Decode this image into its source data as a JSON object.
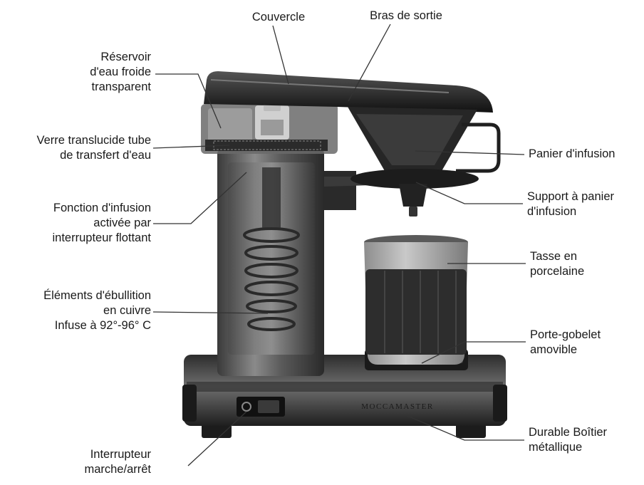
{
  "brand": "MOCCAMASTER",
  "labels": {
    "couvercle": [
      "Couvercle"
    ],
    "bras": [
      "Bras de sortie"
    ],
    "reservoir": [
      "Réservoir",
      "d'eau froide",
      "transparent"
    ],
    "verre": [
      "Verre translucide tube",
      "de transfert d'eau"
    ],
    "fonction": [
      "Fonction d'infusion",
      "activée par",
      "interrupteur flottant"
    ],
    "elements": [
      "Éléments d'ébullition",
      "en cuivre",
      "Infuse à 92°-96° C"
    ],
    "interrupteur": [
      "Interrupteur",
      "marche/arrêt"
    ],
    "panier": [
      "Panier d'infusion"
    ],
    "support": [
      "Support à panier",
      "d'infusion"
    ],
    "tasse": [
      "Tasse en",
      "porcelaine"
    ],
    "porte": [
      "Porte-gobelet",
      "amovible"
    ],
    "durable": [
      "Durable Boîtier",
      "métallique"
    ]
  }
}
